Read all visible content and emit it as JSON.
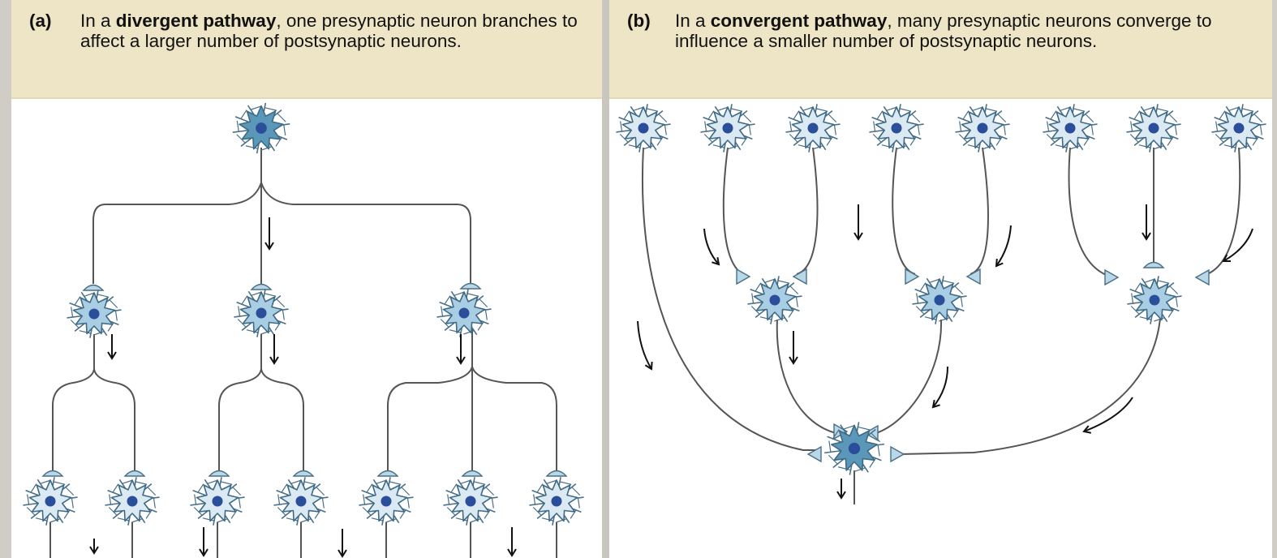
{
  "panel_a": {
    "label": "(a)",
    "caption_prefix": "In a ",
    "caption_term": "divergent pathway",
    "caption_rest": ", one presynaptic neuron branches to affect a larger number of postsynaptic neurons."
  },
  "panel_b": {
    "label": "(b)",
    "caption_prefix": "In a ",
    "caption_term": "convergent pathway",
    "caption_rest": ", many presynaptic neurons converge to influence a smaller number of postsynaptic neurons."
  },
  "colors": {
    "caption_background": "#eee5c6",
    "neuron_light": "#dbe9f3",
    "neuron_mid": "#a9cde3",
    "neuron_dark": "#5b97b8",
    "nucleus": "#2b4e9a",
    "terminal": "#b8d8e8",
    "axon": "#555555"
  },
  "icons": {
    "neuron": "neuron-cell-icon",
    "terminal": "synaptic-terminal-icon",
    "arrow": "signal-direction-arrow-icon"
  }
}
